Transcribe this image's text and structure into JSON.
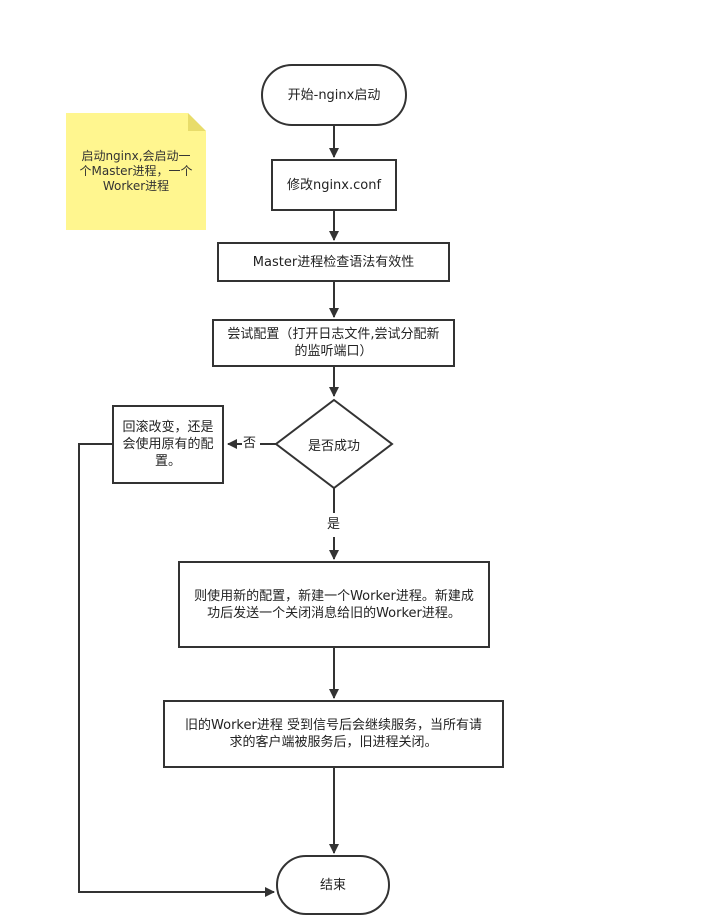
{
  "nodes": {
    "start": "开始-nginx启动",
    "modify": "修改nginx.conf",
    "check": "Master进程检查语法有效性",
    "try": "尝试配置（打开日志文件,尝试分配新的监听端口）",
    "decision": "是否成功",
    "rollback": "回滚改变，还是会使用原有的配置。",
    "new_config": "则使用新的配置，新建一个Worker进程。新建成功后发送一个关闭消息给旧的Worker进程。",
    "old_worker": "旧的Worker进程 受到信号后会继续服务，当所有请求的客户端被服务后，旧进程关闭。",
    "end": "结束"
  },
  "note": "启动nginx,会启动一个Master进程，一个Worker进程",
  "edges": {
    "no_label": "否",
    "yes_label": "是"
  },
  "colors": {
    "line": "#333333",
    "note_bg": "#fff68f",
    "note_fold": "#e8dc6a"
  }
}
